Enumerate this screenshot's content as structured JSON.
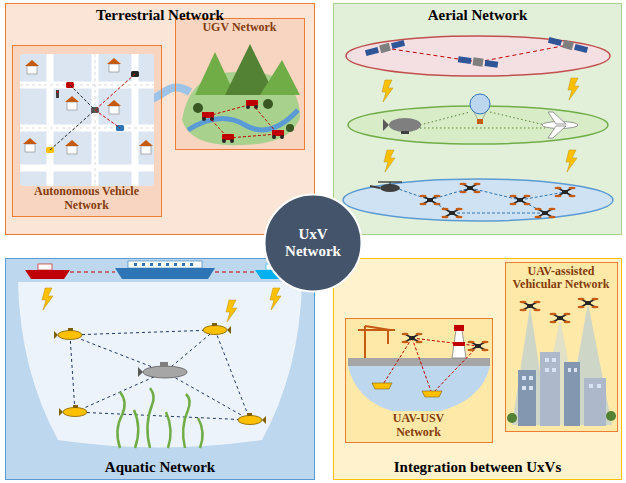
{
  "diagram": {
    "nodes": [
      {
        "text": [
          "Terrestrial Network"
        ]
      },
      {
        "text": [
          "UGV Network"
        ],
        "in": 0
      },
      {
        "text": [
          "Autonomous Vehicle Network"
        ],
        "in": 0
      },
      {
        "text": [
          "Aerial Network"
        ]
      },
      {
        "text": [
          "UxV Network"
        ]
      },
      {
        "text": [
          "Aquatic Network"
        ]
      },
      {
        "text": [
          "Integration between UxVs"
        ]
      },
      {
        "text": [
          "UAV-assisted Vehicular Network"
        ],
        "in": 6
      },
      {
        "text": [
          "UAV-USV Network"
        ],
        "in": 6
      }
    ]
  }
}
